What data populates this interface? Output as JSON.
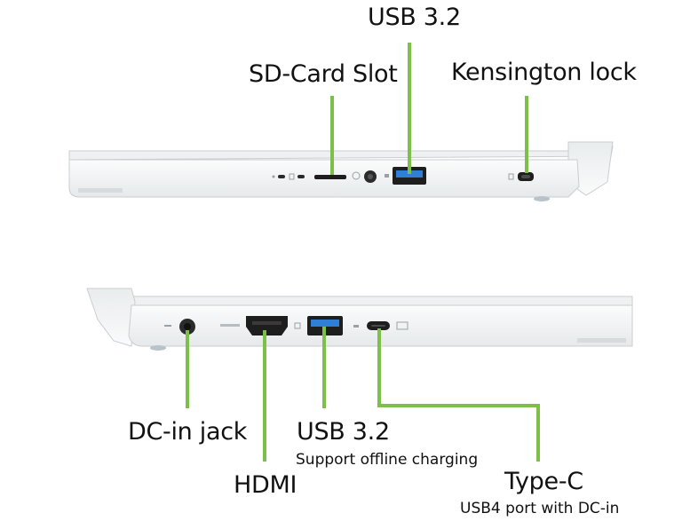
{
  "colors": {
    "accent": "#7cc04a",
    "body": "#f1f3f4",
    "edge": "#d2d6d9",
    "port": "#1e1e1e",
    "usb_blue": "#2f7fd6"
  },
  "labels": {
    "usb_top": "USB 3.2",
    "sd_card": "SD-Card Slot",
    "kensington": "Kensington lock",
    "dc_in": "DC-in jack",
    "usb_bottom": "USB 3.2",
    "usb_bottom_sub": "Support offline charging",
    "hdmi": "HDMI",
    "type_c": "Type-C",
    "type_c_sub": "USB4 port with DC-in"
  },
  "icons": {
    "top_side": [
      "power-indicator-icon",
      "battery-indicator-icon",
      "sd-card-slot-icon",
      "audio-jack-icon",
      "usb-a-port-icon",
      "kensington-lock-icon"
    ],
    "bottom_side": [
      "dc-in-jack-icon",
      "hdmi-port-icon",
      "usb-a-port-icon",
      "usb-c-port-icon"
    ]
  }
}
